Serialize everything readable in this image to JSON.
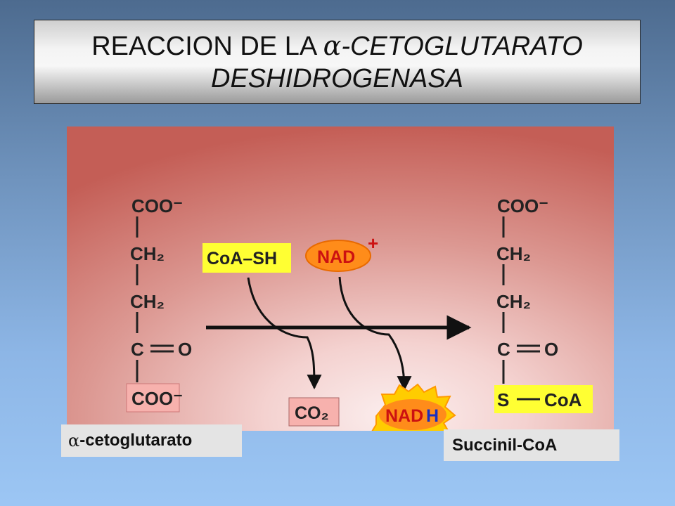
{
  "title": {
    "line1_prefix": "REACCION DE LA ",
    "alpha": "α",
    "line1_suffix": "-CETOGLUTARATO",
    "line2": "DESHIDROGENASA"
  },
  "substrate": {
    "groups": [
      "COO⁻",
      "CH₂",
      "CH₂",
      "C",
      "O",
      "COO⁻"
    ]
  },
  "product": {
    "groups": [
      "COO⁻",
      "CH₂",
      "CH₂",
      "C",
      "O",
      "S",
      "CoA"
    ]
  },
  "cofactors": {
    "coa_sh": "CoA–SH",
    "nad_plus": "NAD",
    "plus": "+",
    "co2": "CO₂",
    "nadh_prefix": "NAD",
    "nadh_suffix": "H"
  },
  "labels": {
    "alpha": "α",
    "left_suffix": "-cetoglutarato",
    "right": "Succinil-CoA"
  },
  "colors": {
    "highlight_yellow": "#ffff33",
    "highlight_pink": "#f7b1ad",
    "nad_orange": "#ff8c1a",
    "nadh_burst": "#ffcc00",
    "nad_red_text": "#cc1111",
    "nadh_blue_text": "#1a2fbf"
  }
}
